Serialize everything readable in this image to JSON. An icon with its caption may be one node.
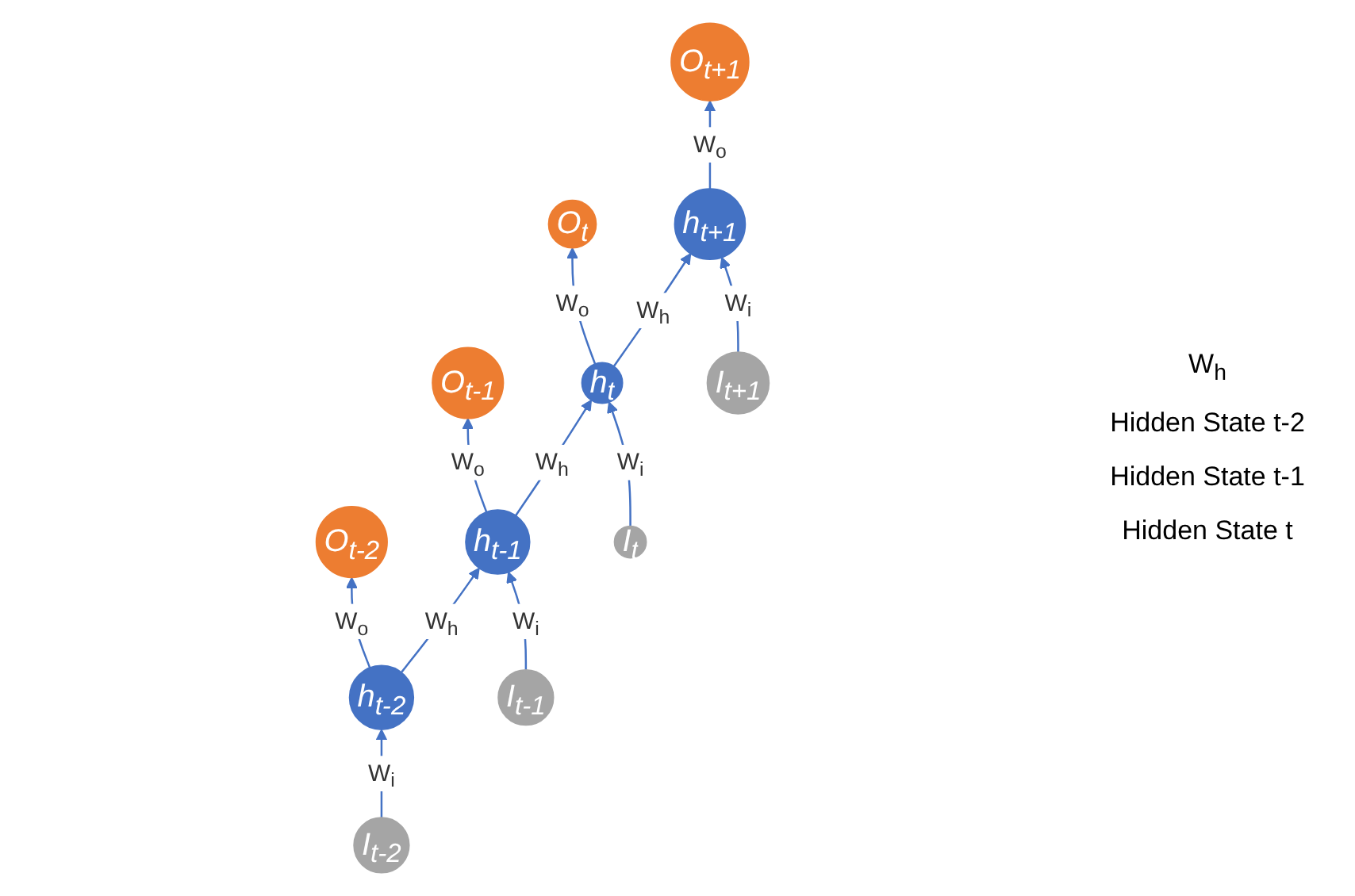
{
  "diagram": {
    "nodes": [
      {
        "text": [
          "O$_{t-2}$"
        ]
      },
      {
        "text": [
          "O$_{t-1}$"
        ]
      },
      {
        "text": [
          "O$_{t}$"
        ]
      },
      {
        "text": [
          "O$_{t+1}$"
        ]
      },
      {
        "text": [
          "h$_{t-2}$"
        ]
      },
      {
        "text": [
          "h$_{t-1}$"
        ]
      },
      {
        "text": [
          "h$_{t}$"
        ]
      },
      {
        "text": [
          "h$_{t+1}$"
        ]
      },
      {
        "text": [
          "I$_{t-2}$"
        ]
      },
      {
        "text": [
          "I$_{t-1}$"
        ]
      },
      {
        "text": [
          "I$_{t}$"
        ]
      },
      {
        "text": [
          "I$_{t+1}$"
        ]
      }
    ],
    "edges": [
      {
        "from": 4,
        "to": 0,
        "arrow": "to",
        "label": "W$_{o}$"
      },
      {
        "from": 5,
        "to": 1,
        "arrow": "to",
        "label": "W$_{o}$"
      },
      {
        "from": 6,
        "to": 2,
        "arrow": "to",
        "label": "W$_{o}$"
      },
      {
        "from": 7,
        "to": 3,
        "arrow": "to",
        "label": "W$_{o}$"
      },
      {
        "from": 4,
        "to": 5,
        "arrow": "to",
        "label": "W$_{h}$"
      },
      {
        "from": 5,
        "to": 6,
        "arrow": "to",
        "label": "W$_{h}$"
      },
      {
        "from": 6,
        "to": 7,
        "arrow": "to",
        "label": "W$_{h}$"
      },
      {
        "from": 8,
        "to": 4,
        "arrow": "to",
        "label": "W$_{i}$"
      },
      {
        "from": 9,
        "to": 5,
        "arrow": "to",
        "label": "W$_{i}$"
      },
      {
        "from": 10,
        "to": 6,
        "arrow": "to",
        "label": "W$_{i}$"
      },
      {
        "from": 11,
        "to": 7,
        "arrow": "to",
        "label": "W$_{i}$"
      }
    ],
    "labels": [
      "W$_{h}$",
      "Hidden State t-2",
      "Hidden State t-1",
      "Hidden State t"
    ]
  }
}
